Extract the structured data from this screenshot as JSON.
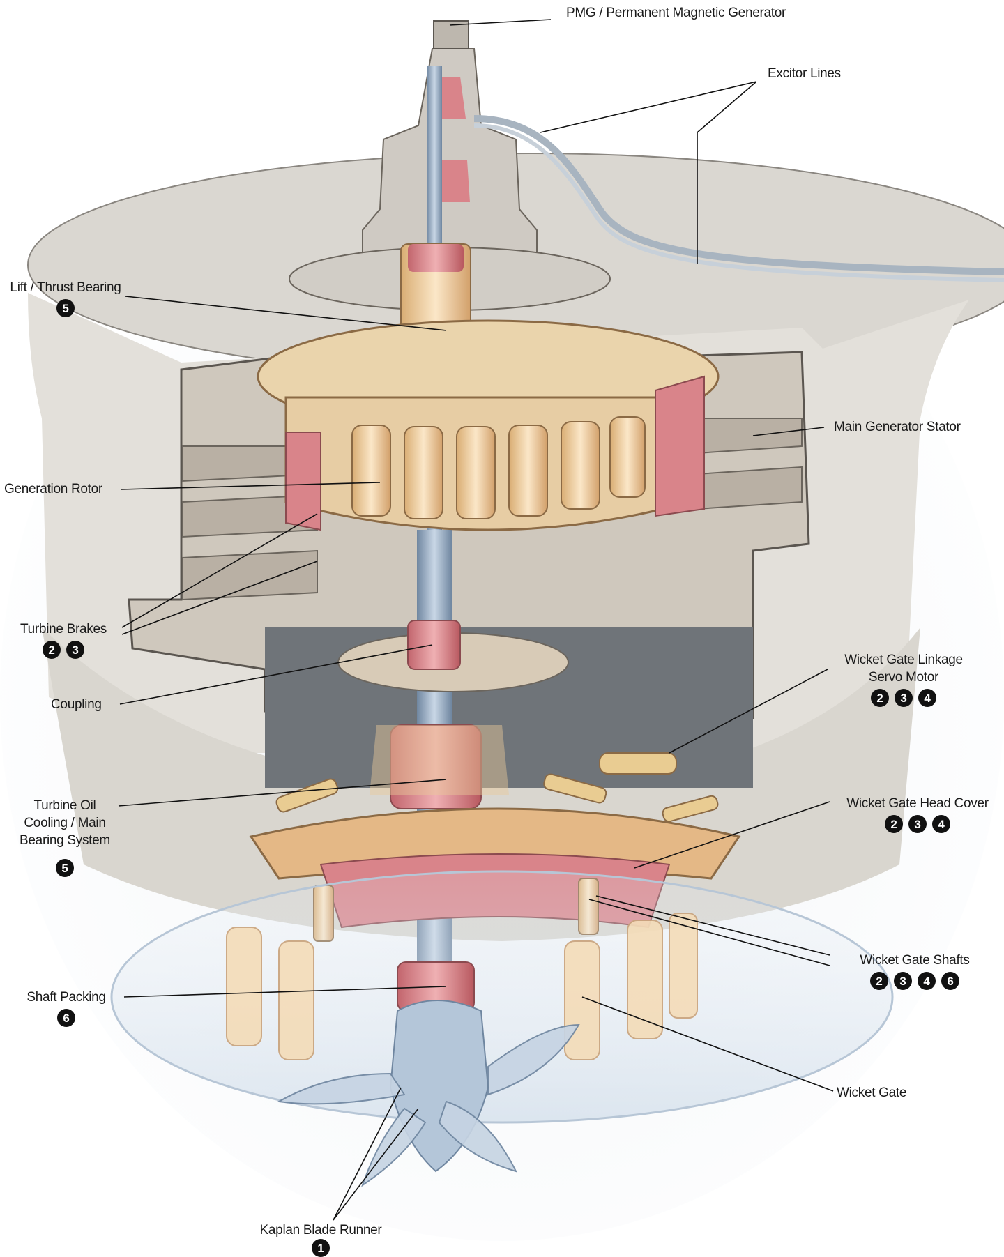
{
  "labels": {
    "pmg": {
      "text": "PMG / Permanent Magnetic Generator",
      "badges": []
    },
    "excitor": {
      "text": "Excitor Lines",
      "badges": []
    },
    "thrust": {
      "text": "Lift / Thrust Bearing",
      "badges": [
        "5"
      ]
    },
    "stator": {
      "text": "Main Generator Stator",
      "badges": []
    },
    "rotor": {
      "text": "Generation Rotor",
      "badges": []
    },
    "brakes": {
      "text": "Turbine Brakes",
      "badges": [
        "2",
        "3"
      ]
    },
    "coupling": {
      "text": "Coupling",
      "badges": []
    },
    "servo": {
      "line1": "Wicket Gate Linkage",
      "line2": "Servo Motor",
      "badges": [
        "2",
        "3",
        "4"
      ]
    },
    "oil": {
      "line1": "Turbine Oil",
      "line2": "Cooling / Main",
      "line3": "Bearing System",
      "badges": [
        "5"
      ]
    },
    "headcover": {
      "text": "Wicket Gate Head Cover",
      "badges": [
        "2",
        "3",
        "4"
      ]
    },
    "shafts": {
      "text": "Wicket Gate Shafts",
      "badges": [
        "2",
        "3",
        "4",
        "6"
      ]
    },
    "packing": {
      "text": "Shaft Packing",
      "badges": [
        "6"
      ]
    },
    "gate": {
      "text": "Wicket Gate",
      "badges": []
    },
    "runner": {
      "text": "Kaplan Blade Runner",
      "badges": [
        "1"
      ]
    }
  },
  "colors": {
    "concrete": "#dcd9d3",
    "concrete_dark": "#c9c5bd",
    "copper": "#e9c89a",
    "red": "#d9848a",
    "steel": "#8fa5bd",
    "dark_room": "#6f7479"
  }
}
